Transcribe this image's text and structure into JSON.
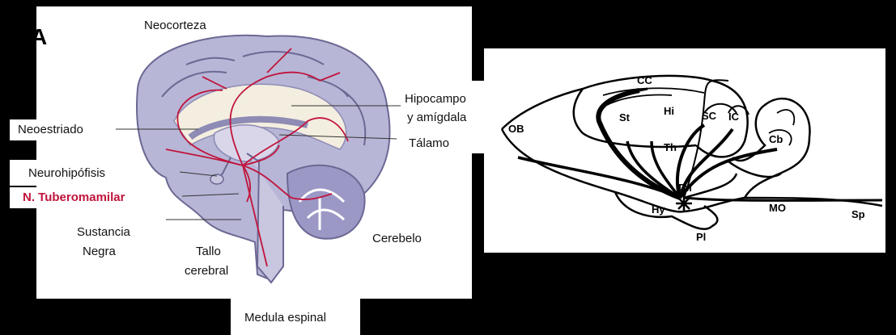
{
  "panel_a": {
    "letter": "A",
    "labels": {
      "neocorteza": "Neocorteza",
      "hipocampo_1": "Hipocampo",
      "hipocampo_2": "y amígdala",
      "neoestriado": "Neoestriado",
      "talamo": "Tálamo",
      "neurohipofisis": "Neurohipófisis",
      "tuberomamilar": "N. Tuberomamilar",
      "sustancia_1": "Sustancia",
      "sustancia_2": "Negra",
      "tallo_1": "Tallo",
      "tallo_2": "cerebral",
      "cerebelo": "Cerebelo",
      "medula": "Medula espinal"
    },
    "colors": {
      "brain": "#b8b6d6",
      "brain_dark": "#8e8bb5",
      "projection": "#c0143c",
      "label_highlight": "#c0143c"
    }
  },
  "panel_b": {
    "labels": {
      "cc": "CC",
      "hi": "Hi",
      "st": "St",
      "sc": "SC",
      "ic": "IC",
      "cb": "Cb",
      "ob": "OB",
      "th": "Th",
      "tm": "TM",
      "hy": "Hy",
      "mo": "MO",
      "sp": "Sp",
      "pi": "Pl"
    }
  }
}
